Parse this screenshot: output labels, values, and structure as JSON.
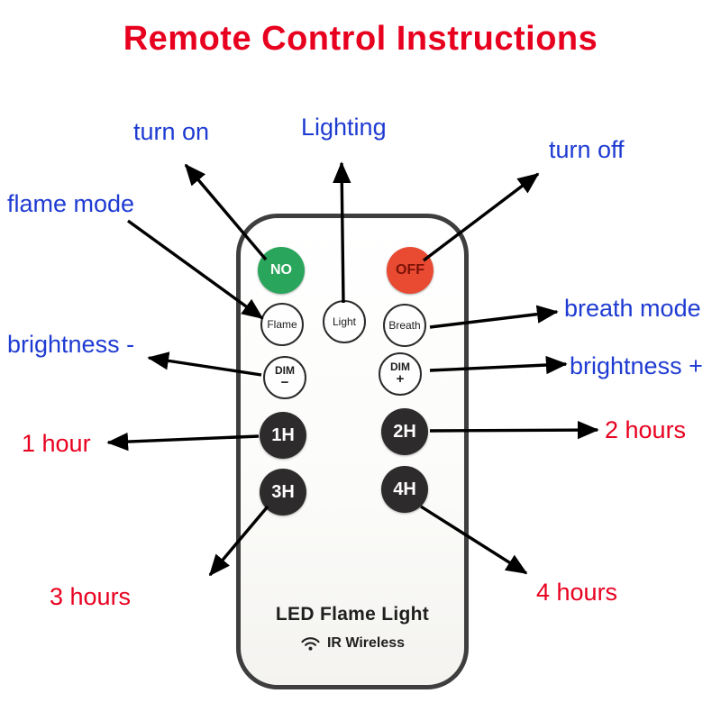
{
  "title": "Remote Control Instructions",
  "remote": {
    "power_buttons": {
      "on": "NO",
      "off": "OFF"
    },
    "mode_buttons": {
      "flame": "Flame",
      "light": "Light",
      "breath": "Breath"
    },
    "dim_buttons": {
      "minus_word": "DIM",
      "minus_sign": "−",
      "plus_word": "DIM",
      "plus_sign": "+"
    },
    "timer_buttons": {
      "h1": "1H",
      "h2": "2H",
      "h3": "3H",
      "h4": "4H"
    },
    "brand": "LED Flame Light",
    "wireless_label": "IR Wireless",
    "wifi_icon": "wifi-icon"
  },
  "annotations": {
    "turn_on": "turn on",
    "lighting": "Lighting",
    "turn_off": "turn off",
    "flame_mode": "flame mode",
    "breath_mode": "breath mode",
    "brightness_minus": "brightness -",
    "brightness_plus": "brightness +",
    "one_hour": "1 hour",
    "two_hours": "2 hours",
    "three_hours": "3 hours",
    "four_hours": "4 hours"
  },
  "colors": {
    "title_red": "#e8001f",
    "annotation_blue": "#1e3bd2",
    "annotation_red": "#e8001f",
    "on_button_green": "#29a65b",
    "off_button_red": "#e84a32",
    "timer_button_dark": "#2d2b2c",
    "arrow_black": "#000000"
  }
}
